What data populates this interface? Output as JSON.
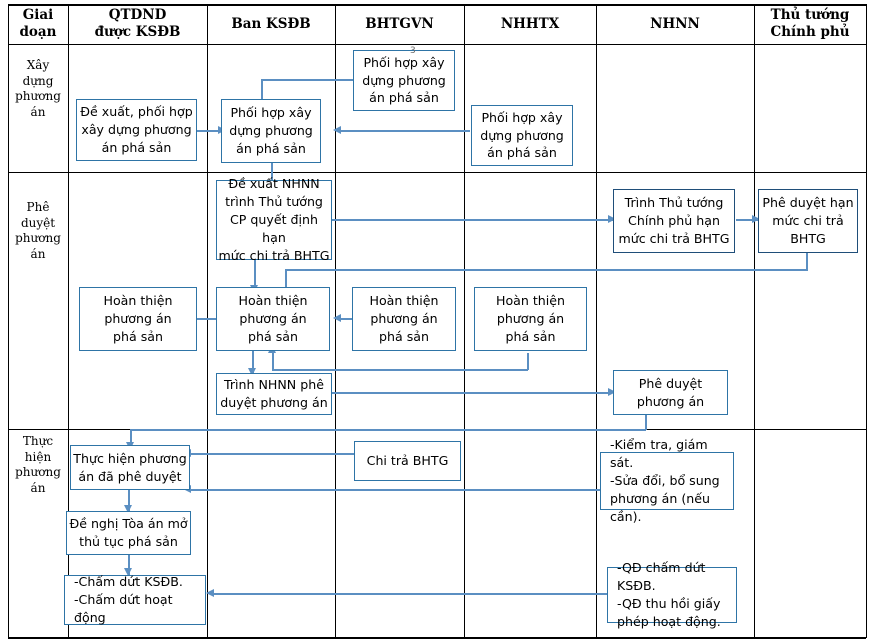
{
  "diagram": {
    "title": "Quy trinh pha san QTDND duoc kiem soat dac biet",
    "colors": {
      "box_border": "#2E74A6",
      "box_border_navy": "#1F4E79",
      "connector": "#5B8FC2",
      "grid": "#000000",
      "background": "#FFFFFF"
    }
  },
  "columns": [
    {
      "id": "stage",
      "label": "Giai\ndoạn"
    },
    {
      "id": "qtdnd",
      "label": "QTDND\nđược KSĐB"
    },
    {
      "id": "banksdb",
      "label": "Ban KSĐB"
    },
    {
      "id": "bhtgvn",
      "label": "BHTGVN"
    },
    {
      "id": "nhhtx",
      "label": "NHHTX"
    },
    {
      "id": "nhnn",
      "label": "NHNN"
    },
    {
      "id": "ttcp",
      "label": "Thủ tướng\nChính phủ"
    }
  ],
  "rows": [
    {
      "id": "row1",
      "stage": "Xây\ndựng\nphương\nán"
    },
    {
      "id": "row2",
      "stage": "Phê\nduyệt\nphương\nán"
    },
    {
      "id": "row3",
      "stage": "Thực\nhiện\nphương\nán"
    }
  ],
  "boxes": {
    "r1_qtdnd": "Đề xuất, phối hợp\nxây dựng phương\nán phá sản",
    "r1_banksdb": "Phối hợp xây\ndựng phương\nán phá sản",
    "r1_bhtgvn": "Phối hợp xây\ndựng phương\nán phá sản",
    "r1_nhhtx": "Phối hợp xây\ndựng phương\nán phá sản",
    "r2_dexuat": "Đề xuất NHNN\ntrình Thủ tướng\nCP quyết định hạn\nmức chi trả  BHTG",
    "r2_qtdnd": "Hoàn thiện\nphương án\nphá sản",
    "r2_banksdb": "Hoàn thiện\nphương án\nphá sản",
    "r2_bhtgvn": "Hoàn thiện\nphương án\nphá sản",
    "r2_nhhtx": "Hoàn thiện\nphương án\nphá sản",
    "r2_trinhnhnn": "Trình NHNN phê\nduyệt phương án",
    "r2_nhnn_trinh": "Trình Thủ tướng\nChính phủ hạn\nmức chi trả  BHTG",
    "r2_ttcp": "Phê duyệt hạn\nmức chi trả\nBHTG",
    "r2_nhnn_phe": "Phê duyệt\nphương án",
    "r3_thuchien": "Thực hiện phương\nán đã phê duyệt",
    "r3_denghi": "Đề nghị Tòa án mở\nthủ tục phá sản",
    "r3_chamdut": "-Chấm dứt KSĐB.\n-Chấm dứt hoạt động",
    "r3_chitra": "Chi trả BHTG",
    "r3_kiemtra": "-Kiểm tra, giám sát.\n-Sửa đổi, bổ sung\n phương án (nếu cần).",
    "r3_qd": "-QĐ chấm dứt KSĐB.\n-QĐ thu hồi giấy\n phép hoạt động."
  },
  "annotations": {
    "footnote_marker": "3"
  }
}
